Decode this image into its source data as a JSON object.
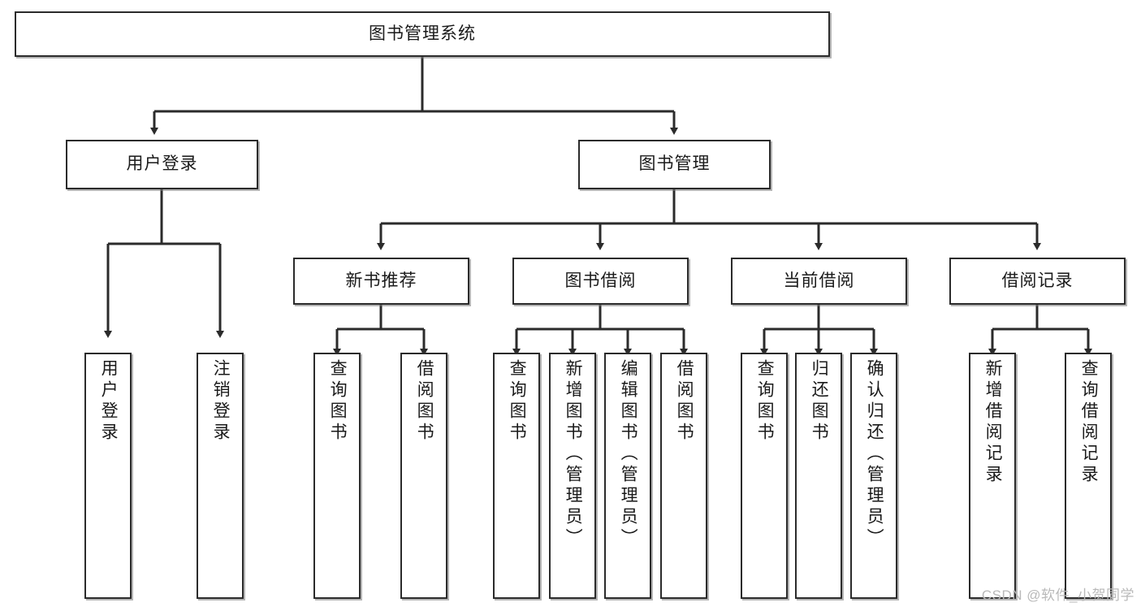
{
  "diagram": {
    "type": "hierarchy-tree",
    "title": "图书管理系统",
    "root": {
      "id": "root",
      "label": "图书管理系统"
    },
    "level2": [
      {
        "id": "user-login",
        "label": "用户登录"
      },
      {
        "id": "book-manage",
        "label": "图书管理"
      }
    ],
    "level3": [
      {
        "id": "new-book-rec",
        "label": "新书推荐",
        "parent": "book-manage"
      },
      {
        "id": "book-borrow",
        "label": "图书借阅",
        "parent": "book-manage"
      },
      {
        "id": "current-borrow",
        "label": "当前借阅",
        "parent": "book-manage"
      },
      {
        "id": "borrow-record",
        "label": "借阅记录",
        "parent": "book-manage"
      }
    ],
    "leaves": [
      {
        "id": "leaf-user-login",
        "label": "用户登录",
        "parent": "user-login"
      },
      {
        "id": "leaf-logout",
        "label": "注销登录",
        "parent": "user-login"
      },
      {
        "id": "leaf-query-book-1",
        "label": "查询图书",
        "parent": "new-book-rec"
      },
      {
        "id": "leaf-borrow-book-1",
        "label": "借阅图书",
        "parent": "new-book-rec"
      },
      {
        "id": "leaf-query-book-2",
        "label": "查询图书",
        "parent": "book-borrow"
      },
      {
        "id": "leaf-add-book",
        "label": "新增图书（管理员）",
        "parent": "book-borrow"
      },
      {
        "id": "leaf-edit-book",
        "label": "编辑图书（管理员）",
        "parent": "book-borrow"
      },
      {
        "id": "leaf-borrow-book-2",
        "label": "借阅图书",
        "parent": "book-borrow"
      },
      {
        "id": "leaf-query-book-3",
        "label": "查询图书",
        "parent": "current-borrow"
      },
      {
        "id": "leaf-return-book",
        "label": "归还图书",
        "parent": "current-borrow"
      },
      {
        "id": "leaf-confirm-return",
        "label": "确认归还（管理员）",
        "parent": "current-borrow"
      },
      {
        "id": "leaf-add-record",
        "label": "新增借阅记录",
        "parent": "borrow-record"
      },
      {
        "id": "leaf-query-record",
        "label": "查询借阅记录",
        "parent": "borrow-record"
      }
    ]
  },
  "watermark": {
    "text": "CSDN @软件_小贺同学"
  },
  "colors": {
    "box_border": "#2b2b2b",
    "box_fill": "#ffffff",
    "connector": "#2b2b2b",
    "text": "#1a1a1a",
    "watermark": "#b9b9b9",
    "background": "#ffffff"
  }
}
